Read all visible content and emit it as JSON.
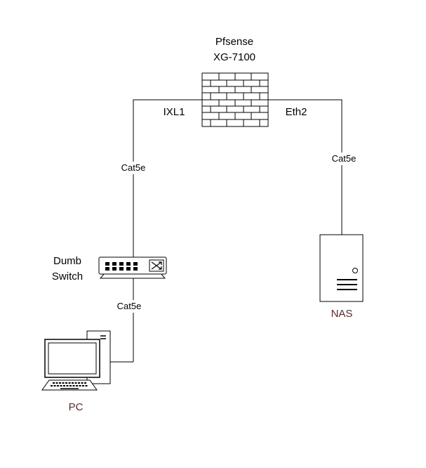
{
  "firewall": {
    "name_line1": "Pfsense",
    "name_line2": "XG-7100",
    "port_left": "IXL1",
    "port_right": "Eth2",
    "icon": "firewall-brick-wall-icon"
  },
  "switch": {
    "name_line1": "Dumb",
    "name_line2": "Switch",
    "icon": "network-switch-icon"
  },
  "pc": {
    "name": "PC",
    "icon": "desktop-computer-icon"
  },
  "nas": {
    "name": "NAS",
    "icon": "server-tower-icon"
  },
  "links": {
    "firewall_to_switch": "Cat5e",
    "firewall_to_nas": "Cat5e",
    "switch_to_pc": "Cat5e"
  },
  "colors": {
    "line": "#000000",
    "device_label": "#5a2a2a"
  }
}
